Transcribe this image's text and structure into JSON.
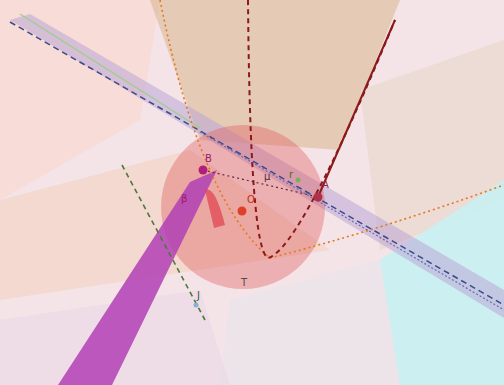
{
  "diagram": {
    "labels": [
      "B",
      "μ",
      "r",
      "A",
      "O",
      "β",
      "T",
      "J"
    ]
  }
}
